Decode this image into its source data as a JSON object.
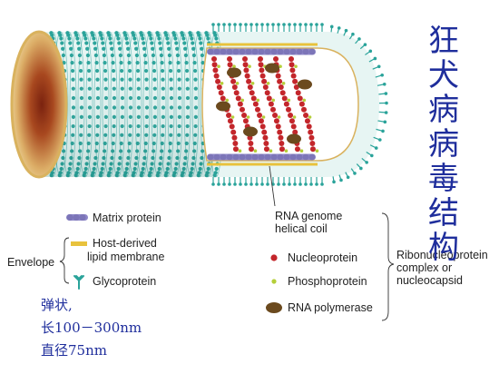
{
  "title_chars": [
    "狂",
    "犬",
    "病",
    "病",
    "毒",
    "结",
    "构"
  ],
  "legend": {
    "matrix_protein": "Matrix protein",
    "lipid_line1": "Host-derived",
    "lipid_line2": "lipid membrane",
    "envelope": "Envelope",
    "glycoprotein": "Glycoprotein",
    "rna_genome_line1": "RNA genome",
    "rna_genome_line2": "helical coil",
    "nucleoprotein": "Nucleoprotein",
    "phosphoprotein": "Phosphoprotein",
    "rna_polymerase": "RNA polymerase",
    "rnp_line1": "Ribonucleoprotein",
    "rnp_line2": "complex or",
    "rnp_line3": "nucleocapsid"
  },
  "notes": {
    "line1": "弹状,",
    "line2": "长100－300nm",
    "line3": "直径75nm"
  },
  "colors": {
    "glycoprotein": "#2aa39a",
    "matrix": "#8e87c8",
    "lipid": "#e8c23c",
    "nucleoprotein": "#c3262b",
    "phosphoprotein": "#b5cf3a",
    "polymerase": "#6b4a1e",
    "title": "#1f2e9c",
    "end_cap_outer": "#e9c987",
    "end_cap_inner": "#8a2a12"
  }
}
